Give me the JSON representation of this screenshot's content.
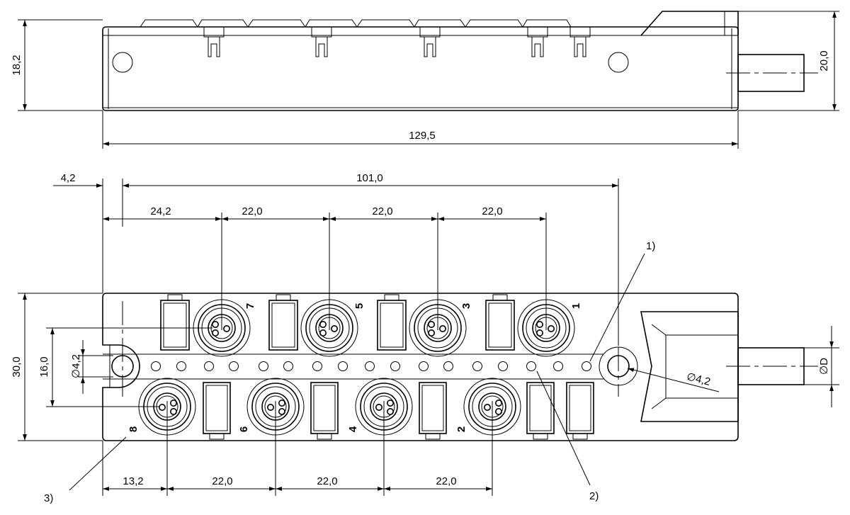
{
  "side_view": {
    "height_dim": "18,2",
    "cable_height_dim": "20,0",
    "length_dim": "129,5"
  },
  "top_view": {
    "mount_offset_dim": "4,2",
    "mount_spacing_dim": "101,0",
    "upper_first_dim": "24,2",
    "upper_pitch_dims": [
      "22,0",
      "22,0",
      "22,0"
    ],
    "lower_first_dim": "13,2",
    "lower_pitch_dims": [
      "22,0",
      "22,0",
      "22,0"
    ],
    "height_dim": "30,0",
    "row_spacing_dim": "16,0",
    "hole_left_dim": "∅4,2",
    "hole_right_dim": "∅4,2",
    "cable_dim": "∅D",
    "upper_port_numbers": [
      "7",
      "5",
      "3",
      "1"
    ],
    "lower_port_numbers": [
      "8",
      "6",
      "4",
      "2"
    ],
    "callouts": [
      "1)",
      "2)",
      "3)"
    ]
  }
}
